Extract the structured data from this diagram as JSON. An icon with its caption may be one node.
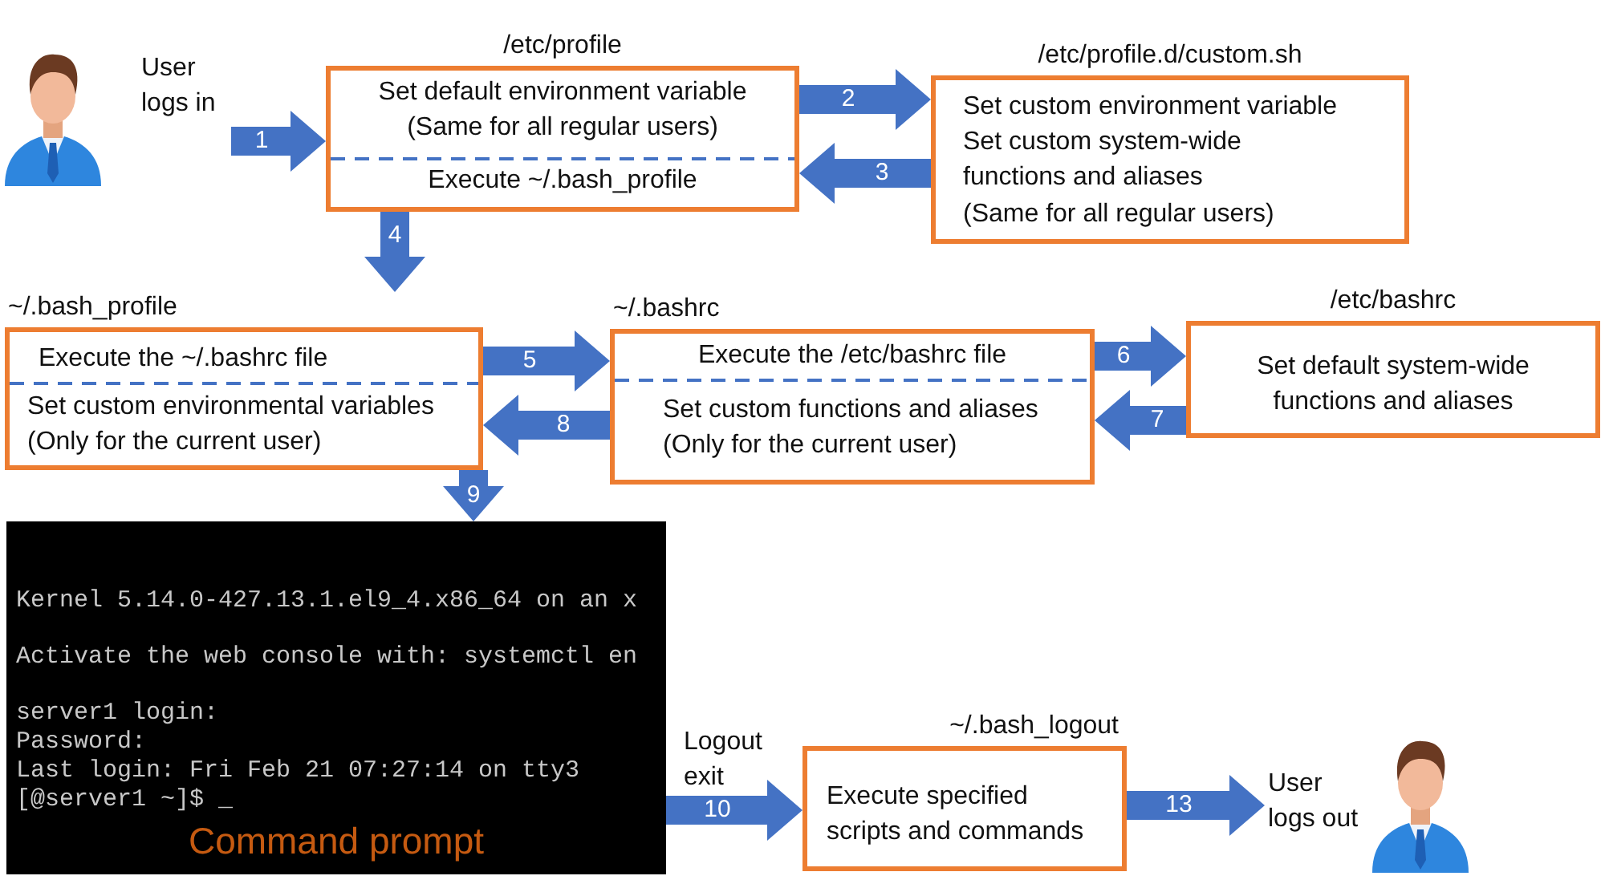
{
  "diagram": {
    "nodes": [
      {
        "text": [
          "User logs in"
        ]
      },
      {
        "text": [
          "/etc/profile",
          "Set default environment variable (Same for all regular users)",
          "Execute ~/.bash_profile"
        ]
      },
      {
        "text": [
          "/etc/profile.d/custom.sh",
          "Set custom environment variable",
          "Set custom system-wide functions and aliases",
          "(Same for all regular users)"
        ]
      },
      {
        "text": [
          "~/.bash_profile",
          "Execute the ~/.bashrc file",
          "Set custom environmental variables (Only for the current user)"
        ]
      },
      {
        "text": [
          "~/.bashrc",
          "Execute the /etc/bashrc file",
          "Set custom functions and aliases (Only for the current user)"
        ]
      },
      {
        "text": [
          "/etc/bashrc",
          "Set default system-wide functions and aliases"
        ]
      },
      {
        "text": [
          "Kernel 5.14.0-427.13.1.el9_4.x86_64 on an x",
          "Activate the web console with: systemctl en",
          "server1 login:",
          "Password:",
          "Last login: Fri Feb 21 07:27:14 on tty3",
          "[@server1 ~]$ _",
          "Command prompt"
        ]
      },
      {
        "text": [
          "~/.bash_logout",
          "Execute specified scripts and commands"
        ]
      },
      {
        "text": [
          "User logs out"
        ]
      }
    ],
    "edges": [
      {
        "from": 0,
        "to": 1,
        "arrow": "to",
        "label": "1"
      },
      {
        "from": 1,
        "to": 2,
        "arrow": "to",
        "label": "2"
      },
      {
        "from": 2,
        "to": 1,
        "arrow": "to",
        "label": "3"
      },
      {
        "from": 1,
        "to": 3,
        "arrow": "to",
        "label": "4"
      },
      {
        "from": 3,
        "to": 4,
        "arrow": "to",
        "label": "5"
      },
      {
        "from": 4,
        "to": 5,
        "arrow": "to",
        "label": "6"
      },
      {
        "from": 5,
        "to": 4,
        "arrow": "to",
        "label": "7"
      },
      {
        "from": 4,
        "to": 3,
        "arrow": "to",
        "label": "8"
      },
      {
        "from": 3,
        "to": 6,
        "arrow": "to",
        "label": "9"
      },
      {
        "from": 6,
        "to": 7,
        "arrow": "to",
        "label": "10"
      },
      {
        "from": 7,
        "to": 8,
        "arrow": "to",
        "label": "13"
      }
    ],
    "labels": [
      "Logout exit"
    ]
  }
}
